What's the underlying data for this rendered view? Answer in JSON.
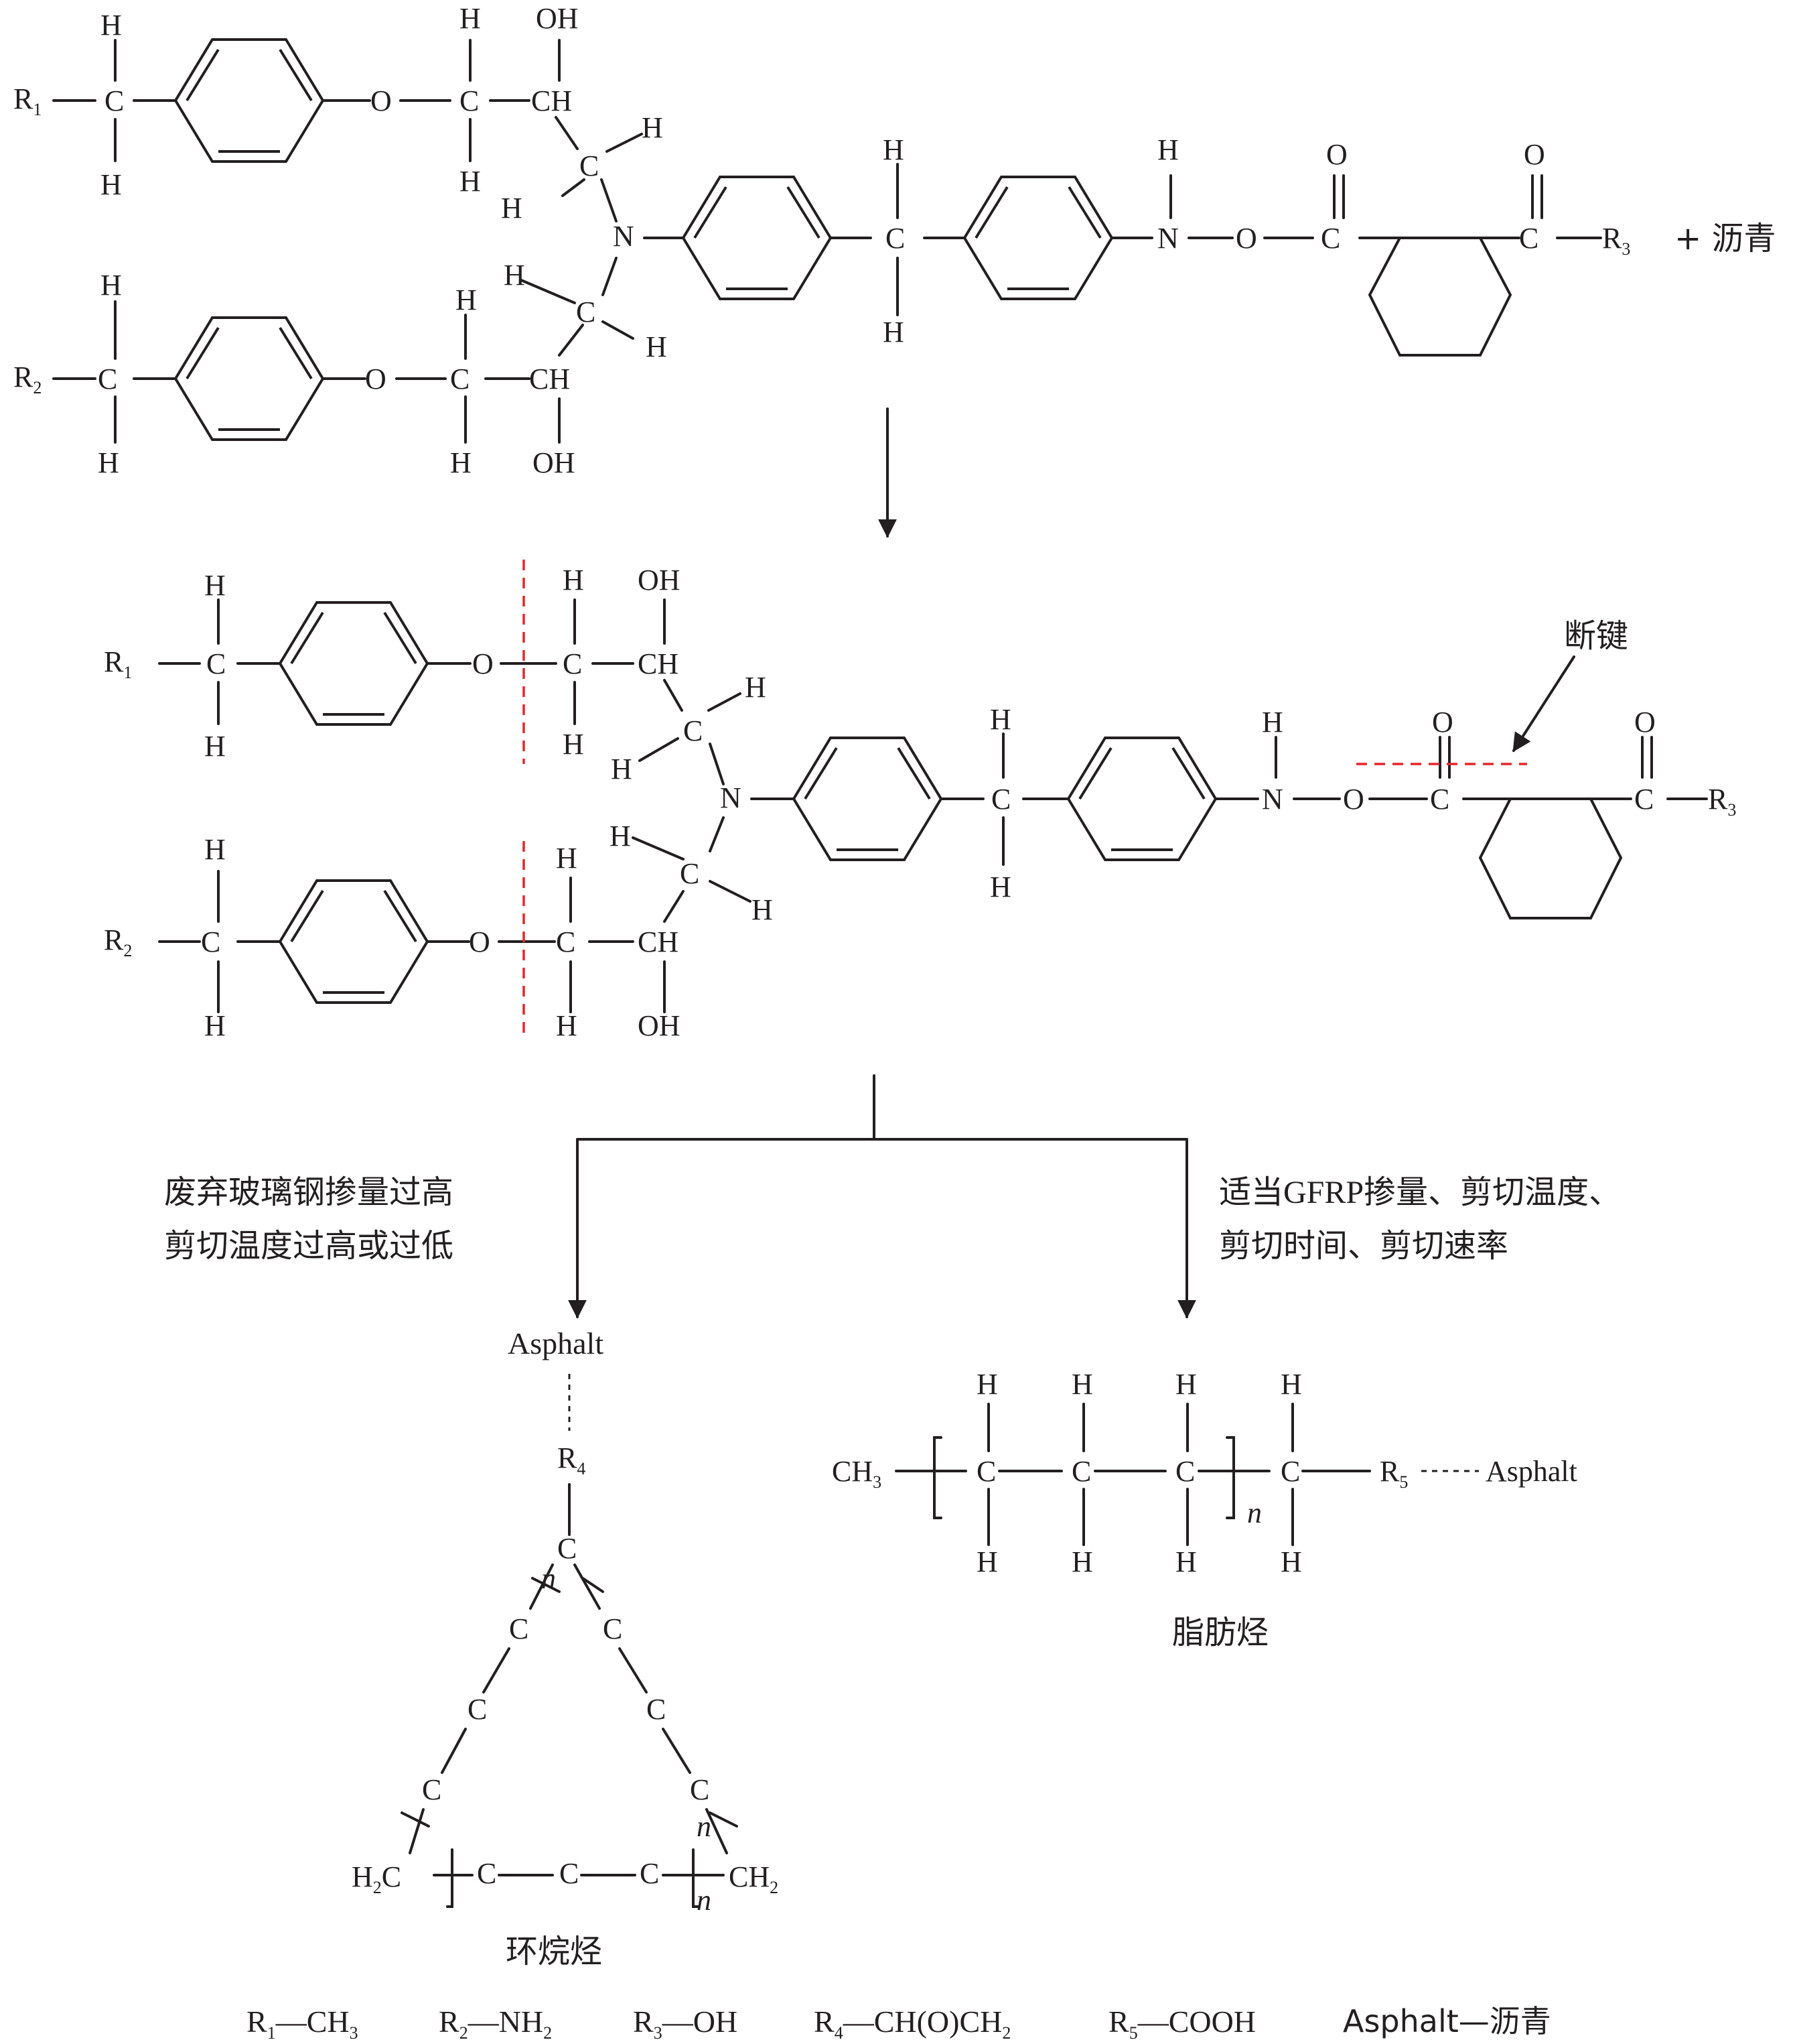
{
  "atoms": {
    "H": "H",
    "C": "C",
    "O": "O",
    "N": "N",
    "CH": "CH",
    "OH": "OH",
    "R": "R",
    "CH3": "CH",
    "H2C": "H",
    "CH2": "CH",
    "sub1": "1",
    "sub2": "2",
    "sub3": "3",
    "sub4": "4",
    "sub5": "5",
    "n": "n"
  },
  "labels": {
    "plus_asphalt": "+ 沥青",
    "bond_break": "断键",
    "left_condition_line1": "废弃玻璃钢掺量过高",
    "left_condition_line2": "剪切温度过高或过低",
    "right_condition_line1": "适当GFRP掺量、剪切温度、",
    "right_condition_line2": "剪切时间、剪切速率",
    "asphalt": "Asphalt",
    "cycloalkane": "环烷烃",
    "aliphatic": "脂肪烃"
  },
  "legend": {
    "r1": "—CH",
    "r2": "—NH",
    "r3": "—OH",
    "r4": "—CH(O)CH",
    "r5": "—COOH",
    "asphalt": "Asphalt—沥青"
  },
  "colors": {
    "ink": "#231f20",
    "bond_break_marker": "#e5262b"
  }
}
